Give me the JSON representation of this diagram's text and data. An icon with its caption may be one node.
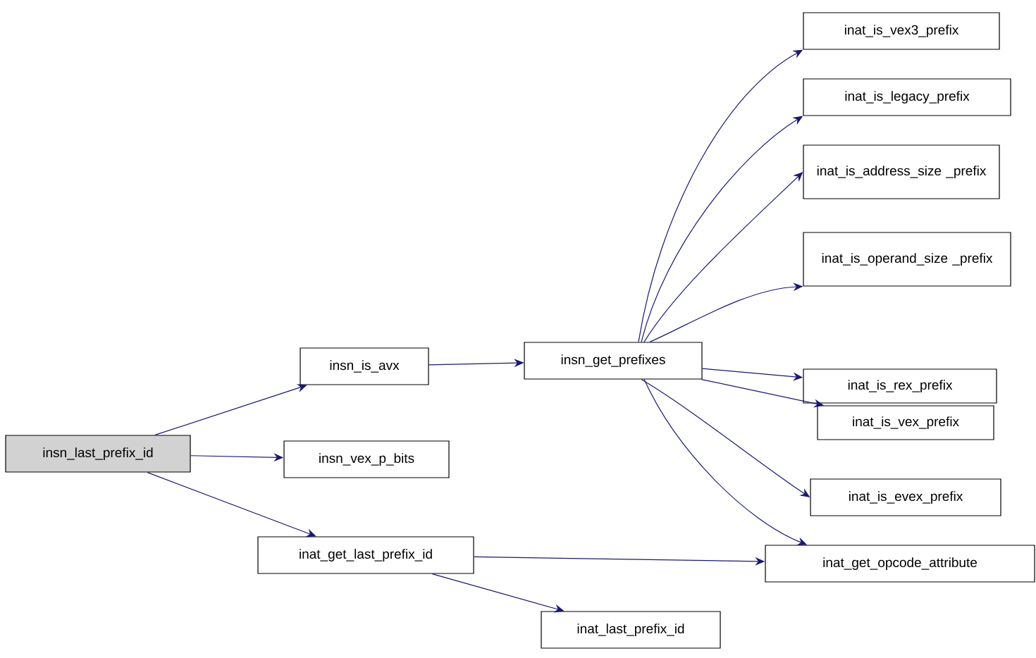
{
  "diagram": {
    "nodes": [
      {
        "text": [
          "insn_last_prefix_id"
        ]
      },
      {
        "text": [
          "insn_is_avx"
        ]
      },
      {
        "text": [
          "insn_vex_p_bits"
        ]
      },
      {
        "text": [
          "inat_get_last_prefix_id"
        ]
      },
      {
        "text": [
          "insn_get_prefixes"
        ]
      },
      {
        "text": [
          "inat_is_vex3_prefix"
        ]
      },
      {
        "text": [
          "inat_is_legacy_prefix"
        ]
      },
      {
        "text": [
          "inat_is_address_size _prefix"
        ]
      },
      {
        "text": [
          "inat_is_operand_size _prefix"
        ]
      },
      {
        "text": [
          "inat_is_rex_prefix"
        ]
      },
      {
        "text": [
          "inat_is_vex_prefix"
        ]
      },
      {
        "text": [
          "inat_is_evex_prefix"
        ]
      },
      {
        "text": [
          "inat_get_opcode_attribute"
        ]
      },
      {
        "text": [
          "inat_last_prefix_id"
        ]
      }
    ],
    "edges": [
      {
        "from": 0,
        "to": 1,
        "arrow": "to"
      },
      {
        "from": 0,
        "to": 2,
        "arrow": "to"
      },
      {
        "from": 0,
        "to": 3,
        "arrow": "to"
      },
      {
        "from": 1,
        "to": 4,
        "arrow": "to"
      },
      {
        "from": 4,
        "to": 5,
        "arrow": "to"
      },
      {
        "from": 4,
        "to": 6,
        "arrow": "to"
      },
      {
        "from": 4,
        "to": 7,
        "arrow": "to"
      },
      {
        "from": 4,
        "to": 8,
        "arrow": "to"
      },
      {
        "from": 4,
        "to": 9,
        "arrow": "to"
      },
      {
        "from": 4,
        "to": 10,
        "arrow": "to"
      },
      {
        "from": 4,
        "to": 11,
        "arrow": "to"
      },
      {
        "from": 4,
        "to": 12,
        "arrow": "to"
      },
      {
        "from": 3,
        "to": 12,
        "arrow": "to"
      },
      {
        "from": 3,
        "to": 13,
        "arrow": "to"
      }
    ]
  }
}
